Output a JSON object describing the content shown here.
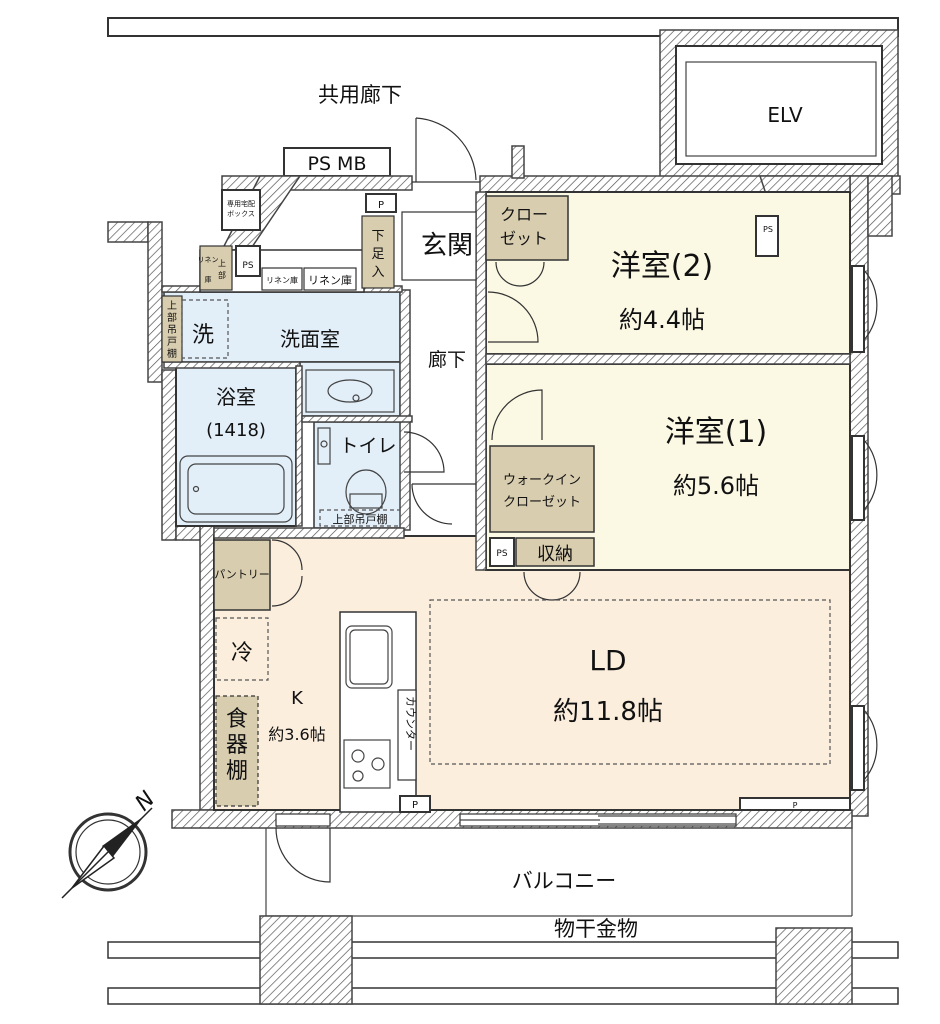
{
  "labels": {
    "common_corridor": "共用廊下",
    "elv": "ELV",
    "ps_mb": "PS MB",
    "p_small": "P",
    "delivery_box": [
      "専用宅配",
      "ボックス"
    ],
    "ps": "PS",
    "linen_upper": [
      "リネン",
      "庫"
    ],
    "upper": [
      "上",
      "部"
    ],
    "linen1": "リネン庫",
    "linen2": "リネン庫",
    "upper_cabinet": [
      "上",
      "部",
      "吊",
      "戸",
      "棚"
    ],
    "wash": "洗",
    "washroom": "洗面室",
    "shoe": [
      "下",
      "足",
      "入"
    ],
    "entrance": "玄関",
    "closet": [
      "クロー",
      "ゼット"
    ],
    "room2_name": "洋室(2)",
    "room2_size": "約4.4帖",
    "hallway": "廊下",
    "bath": "浴室",
    "bath_size": "(1418)",
    "toilet": "トイレ",
    "toilet_shelf": "上部吊戸棚",
    "room1_name": "洋室(1)",
    "room1_size": "約5.6帖",
    "walkin": [
      "ウォークイン",
      "クローゼット"
    ],
    "ps2": "PS",
    "storage": "収納",
    "pantry": "パントリー",
    "fridge": "冷",
    "kitchen": "K",
    "kitchen_size": "約3.6帖",
    "dish_shelf": [
      "食",
      "器",
      "棚"
    ],
    "counter": "カウンター",
    "p_kitchen": "P",
    "ld": "LD",
    "ld_size": "約11.8帖",
    "p_right": "P",
    "balcony": "バルコニー",
    "drying": "物干金物",
    "compass_n": "N"
  },
  "colors": {
    "room_yellow": "#fbf8e4",
    "room_blue": "#e2eef8",
    "room_peach": "#fbeedd",
    "storage_tan": "#d9cdb0",
    "hallway": "#ffffff"
  }
}
